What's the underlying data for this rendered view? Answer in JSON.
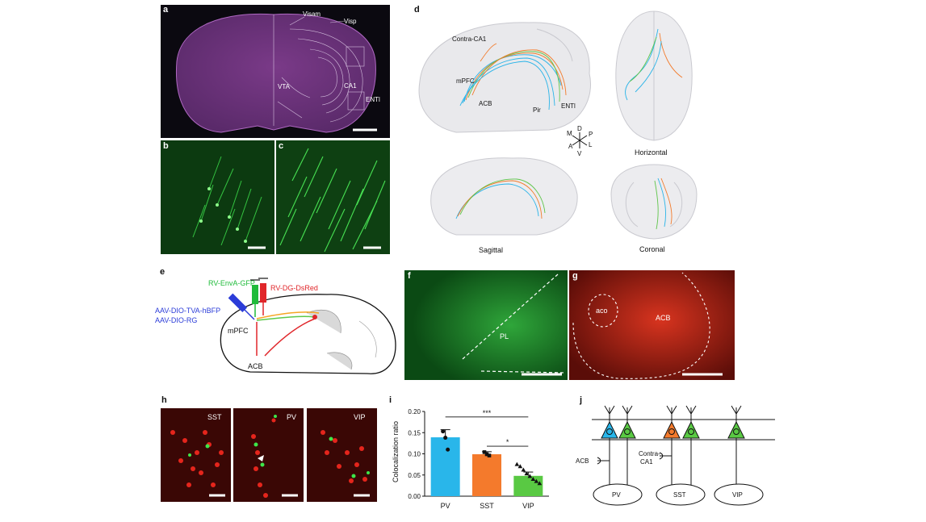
{
  "panel_letters": {
    "a": "a",
    "b": "b",
    "c": "c",
    "d": "d",
    "e": "e",
    "f": "f",
    "g": "g",
    "h": "h",
    "i": "i",
    "j": "j"
  },
  "panel_a": {
    "visam": "Visam",
    "visp": "Visp",
    "vta": "VTA",
    "ca1": "CA1",
    "enti": "ENTl"
  },
  "panel_d": {
    "contra_ca1": "Contra-CA1",
    "mpfc": "mPFC",
    "acb": "ACB",
    "pir": "Pir",
    "enti": "ENTl",
    "horizontal": "Horizontal",
    "sagittal": "Sagittal",
    "coronal": "Coronal",
    "compass": {
      "d": "D",
      "v": "V",
      "m": "M",
      "l": "L",
      "a": "A",
      "p": "P"
    }
  },
  "panel_e": {
    "rv_gfp": "RV-EnvA-GFP",
    "rv_dsred": "RV-DG-DsRed",
    "aav1": "AAV-DIO-TVA-hBFP",
    "aav2": "AAV-DIO-RG",
    "mpfc": "mPFC",
    "acb": "ACB"
  },
  "panel_f": {
    "pl": "PL"
  },
  "panel_g": {
    "aco": "aco",
    "acb": "ACB"
  },
  "panel_h": {
    "sst": "SST",
    "pv": "PV",
    "vip": "VIP"
  },
  "panel_j": {
    "acb": "ACB",
    "contra": "Contra-",
    "ca1": "CA1",
    "pv": "PV",
    "sst": "SST",
    "vip": "VIP"
  },
  "chart_data": {
    "type": "bar",
    "ylabel": "Colocalization ratio",
    "categories": [
      "PV",
      "SST",
      "VIP"
    ],
    "values": [
      0.139,
      0.099,
      0.048
    ],
    "errors": [
      0.018,
      0.006,
      0.009
    ],
    "colors": [
      "#29b6ea",
      "#f47a2c",
      "#59c943"
    ],
    "points": [
      [
        0.153,
        0.138,
        0.11
      ],
      [
        0.104,
        0.099,
        0.096
      ],
      [
        0.075,
        0.07,
        0.062,
        0.053,
        0.047,
        0.04,
        0.035,
        0.03
      ]
    ],
    "ylim": [
      0,
      0.2
    ],
    "yticks": [
      "0.00",
      "0.05",
      "0.10",
      "0.15",
      "0.20"
    ],
    "significance": [
      {
        "from": 0,
        "to": 2,
        "y": 0.187,
        "label": "***"
      },
      {
        "from": 1,
        "to": 2,
        "y": 0.118,
        "label": "*"
      }
    ]
  }
}
